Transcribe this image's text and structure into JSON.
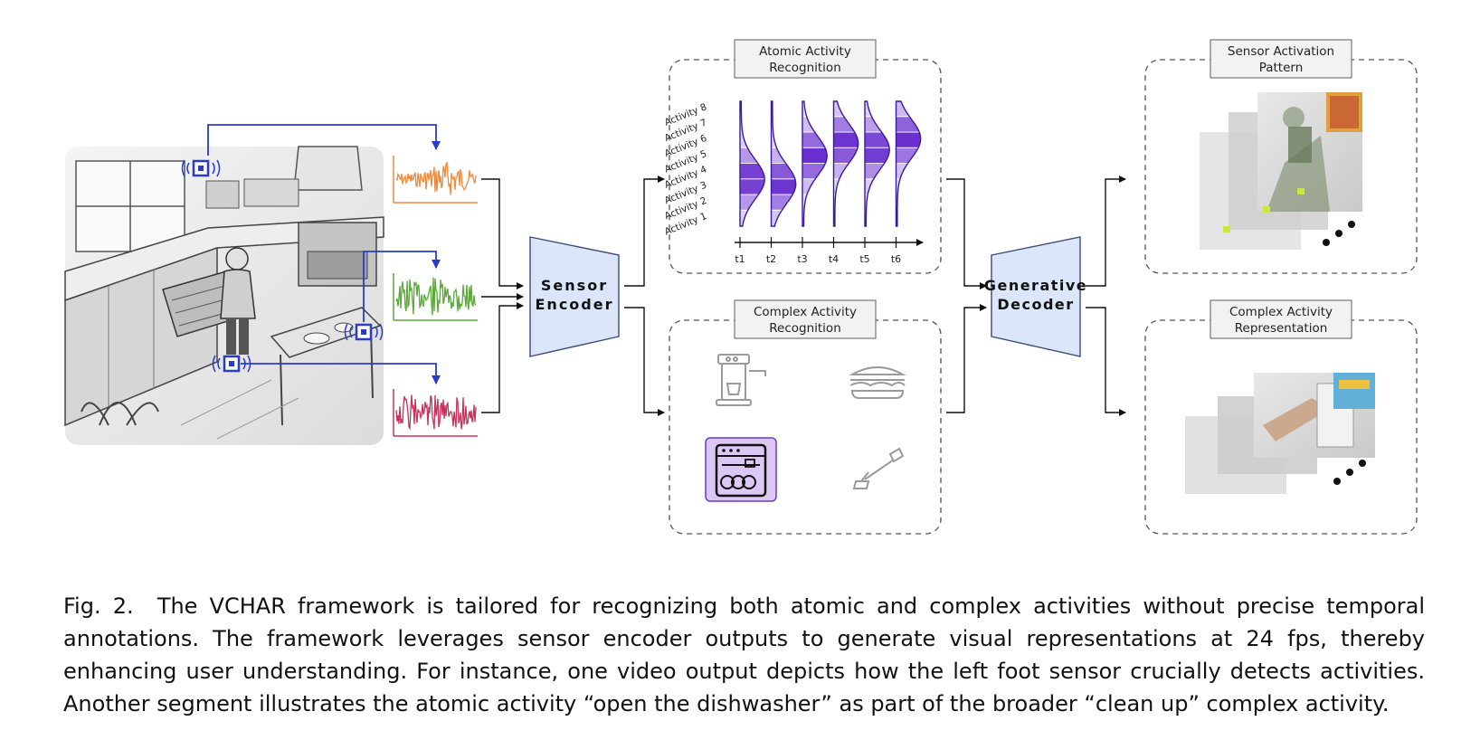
{
  "blocks": {
    "sensor_encoder": [
      "Sensor",
      "Encoder"
    ],
    "generative_decoder": [
      "Generative",
      "Decoder"
    ]
  },
  "panels": {
    "atomic": [
      "Atomic Activity",
      "Recognition"
    ],
    "complex": [
      "Complex Activity",
      "Recognition"
    ],
    "sensor_pattern": [
      "Sensor Activation",
      "Pattern"
    ],
    "complex_rep": [
      "Complex Activity",
      "Representation"
    ]
  },
  "atomic_chart": {
    "activities": [
      "Activity 1",
      "Activity 2",
      "Activity 3",
      "Activity 4",
      "Activity 5",
      "Activity 6",
      "Activity 7",
      "Activity 8"
    ],
    "times": [
      "t1",
      "t2",
      "t3",
      "t4",
      "t5",
      "t6"
    ],
    "peaks": [
      3.5,
      3.2,
      5.0,
      5.8,
      5.4,
      6.1
    ]
  },
  "complex_icons": [
    "coffee-machine-icon",
    "sandwich-icon",
    "dishwasher-icon",
    "vacuum-icon"
  ],
  "colors": {
    "sensor1": "#f08a3c",
    "sensor2": "#5aaa3a",
    "sensor3": "#c8325a",
    "sensor_marker": "#2a3cc8",
    "block_fill": "#dce6fb",
    "violet": "#6a3bc8",
    "highlight": "#dcc8f5"
  },
  "caption": {
    "label": "Fig. 2.",
    "text": "The VCHAR framework is tailored for recognizing both atomic and complex activities without precise temporal annotations. The framework leverages sensor encoder outputs to generate visual representations at 24 fps, thereby enhancing user understanding. For instance, one video output depicts how the left foot sensor crucially detects activities. Another segment illustrates the atomic activity “open the dishwasher” as part of the broader “clean up” complex activity."
  }
}
